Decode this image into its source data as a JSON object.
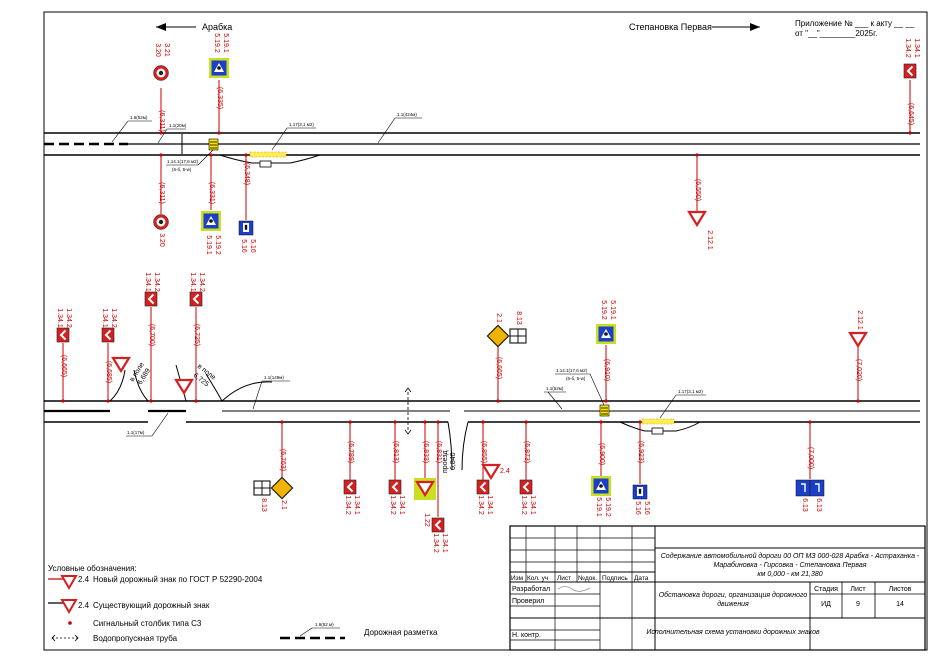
{
  "header": {
    "dir_left": "Арабка",
    "dir_right": "Степановка Первая",
    "appendix_line1": "Приложение № ___ к акту __ __",
    "appendix_line2": "от \"__\"________2025г."
  },
  "markings": {
    "m1_6_52": "1.6(52м)",
    "m1_1_20": "1.1(20м)",
    "m1_1_424": "1.1(424м)",
    "m1_17_top": "1.17(3,1 м2)",
    "m1_14_top": "1.14.1(17,6 м2)",
    "m1_14_top_b": "(6-б, 5-w)",
    "m1_1_149": "1.1(149м)",
    "m1_1_17": "1.1(17м)",
    "m1_1_52": "1.1(52м)",
    "m1_14_bot": "1.14.1(17,6 м2)",
    "m1_14_bot_b": "(6-б, 5-w)",
    "m1_17_bot": "1.17(3,1 м2)"
  },
  "chainages": [
    "(6,311)",
    "(6,335)",
    "(6,645)",
    "(6,311)",
    "(6,331)",
    "(6,348)",
    "(6,550)",
    "(6,665)",
    "(6,685)",
    "(6,700)",
    "(6,725)",
    "(6,665)",
    "(6,910)",
    "(7,020)",
    "(6,763)",
    "(6,789)",
    "(6,813)",
    "(6,833)",
    "(6,831)",
    "(6,855)",
    "(6,873)",
    "(6,900)",
    "(6,923)",
    "(7,000)"
  ],
  "sign_codes": [
    "3.20",
    "3.21",
    "5.19.2",
    "5.19.1",
    "1.34.2",
    "1.34.1",
    "3.20",
    "5.19.1",
    "5.19.2",
    "5.16",
    "5.16",
    "2.12.1",
    "1.34.1",
    "1.34.2",
    "1.34.1",
    "1.34.2",
    "1.34.1",
    "1.34.2",
    "1.34.1",
    "1.34.2",
    "2.1",
    "8.13",
    "5.19.2",
    "5.19.1",
    "2.12.1",
    "8.13",
    "2.1",
    "1.34.2",
    "1.34.1",
    "1.34.2",
    "1.34.1",
    "1.22",
    "1.34.2",
    "1.34.1",
    "1.34.2",
    "1.34.1",
    "2.4",
    "1.34.2",
    "1.34.1",
    "5.19.1",
    "5.19.2",
    "5.16",
    "5.16",
    "6.13",
    "6.13"
  ],
  "side_labels": {
    "field_left": "в поле",
    "field_left_km": "6,689",
    "field_right": "в поле",
    "field_right_km": "6,725",
    "passage": "проезд",
    "passage_km": "6,840"
  },
  "legend": {
    "title": "Условные обозначения:",
    "new_sign_code": "2.4",
    "new_sign_text": "Новый дорожный знак по ГОСТ Р 52290-2004",
    "existing_sign_code": "2.4",
    "existing_sign_text": "Существующий дорожный знак",
    "post_text": "Сигнальный столбик типа С3",
    "culvert_text": "Водопропускная труба",
    "marking_sample": "1.6(52 м)",
    "marking_text": "Дорожная разметка"
  },
  "title_block": {
    "heading_cols": [
      "Изм",
      "Кол. уч",
      "Лист",
      "№док.",
      "Подпись",
      "Дата"
    ],
    "role_dev": "Разработал",
    "role_check": "Проверил",
    "role_norm": "Н. контр.",
    "project_line1": "Содержание автомобильной дороги 00 ОП МЗ 000-028  Арабка - Астраханка -",
    "project_line2": "Марабиновка - Гирсовка - Степановка Первая",
    "project_line3": "км 0,000 - км 21,380",
    "doc_title_line1": "Обстановка дороги, организация дорожного",
    "doc_title_line2": "движения",
    "drawing_title": "Исполнительная схема установки дорожных знаков",
    "stage_header": "Стадия",
    "sheet_header": "Лист",
    "sheets_header": "Листов",
    "stage": "ИД",
    "sheet": "9",
    "sheets": "14"
  },
  "colors": {
    "sign_red": "#d42020",
    "sign_blue": "#1c3fc8",
    "new_sign_frame": "#c8e020",
    "diamond_yellow": "#f0b400",
    "chainage_red": "#cc0000"
  }
}
